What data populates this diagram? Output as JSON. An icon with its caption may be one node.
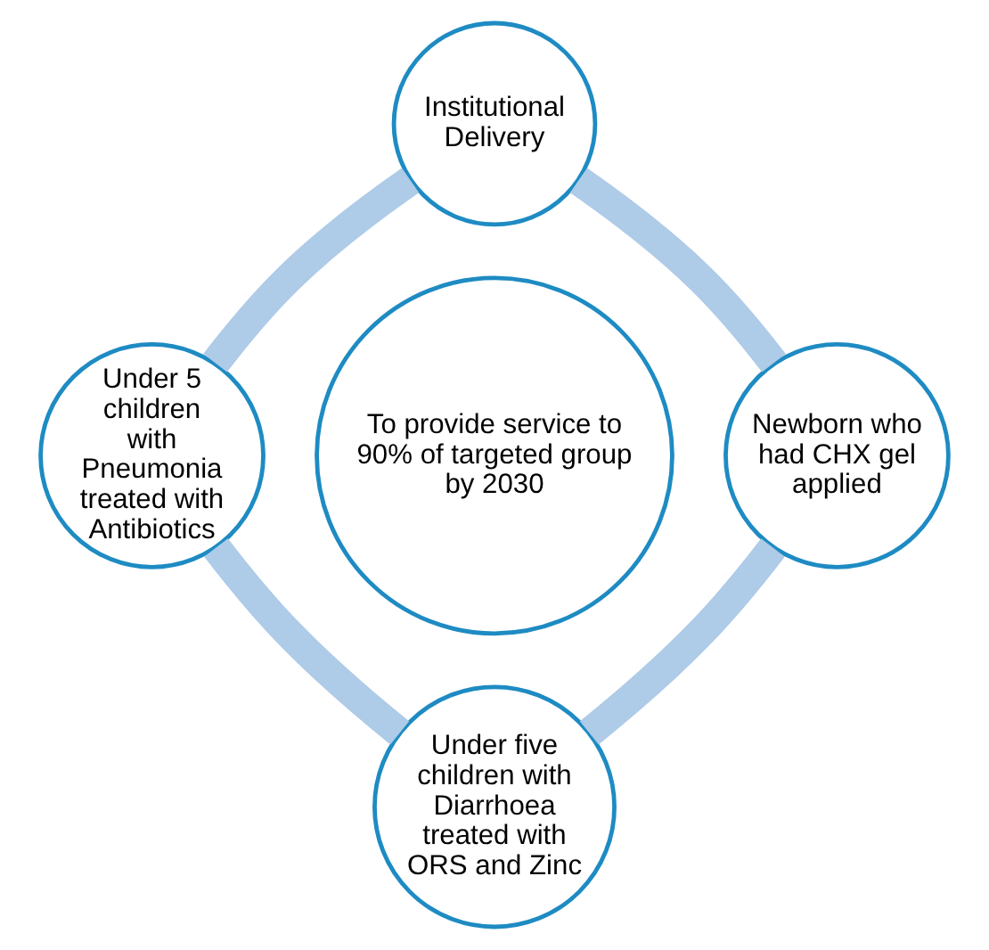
{
  "diagram": {
    "nodes": [
      {
        "text": [
          "Institutional Delivery"
        ]
      },
      {
        "text": [
          "Under 5 children with Pneumonia treated with Antibiotics"
        ]
      },
      {
        "text": [
          "To provide service to 90% of targeted group by 2030"
        ]
      },
      {
        "text": [
          "Newborn who had CHX gel applied"
        ]
      },
      {
        "text": [
          "Under five children with Diarrhoea treated with ORS and Zinc"
        ]
      }
    ],
    "edges": [
      {
        "from": 0,
        "to": 3,
        "arrow": "none"
      },
      {
        "from": 3,
        "to": 4,
        "arrow": "none"
      },
      {
        "from": 1,
        "to": 4,
        "arrow": "none"
      },
      {
        "from": 0,
        "to": 1,
        "arrow": "none"
      }
    ]
  }
}
